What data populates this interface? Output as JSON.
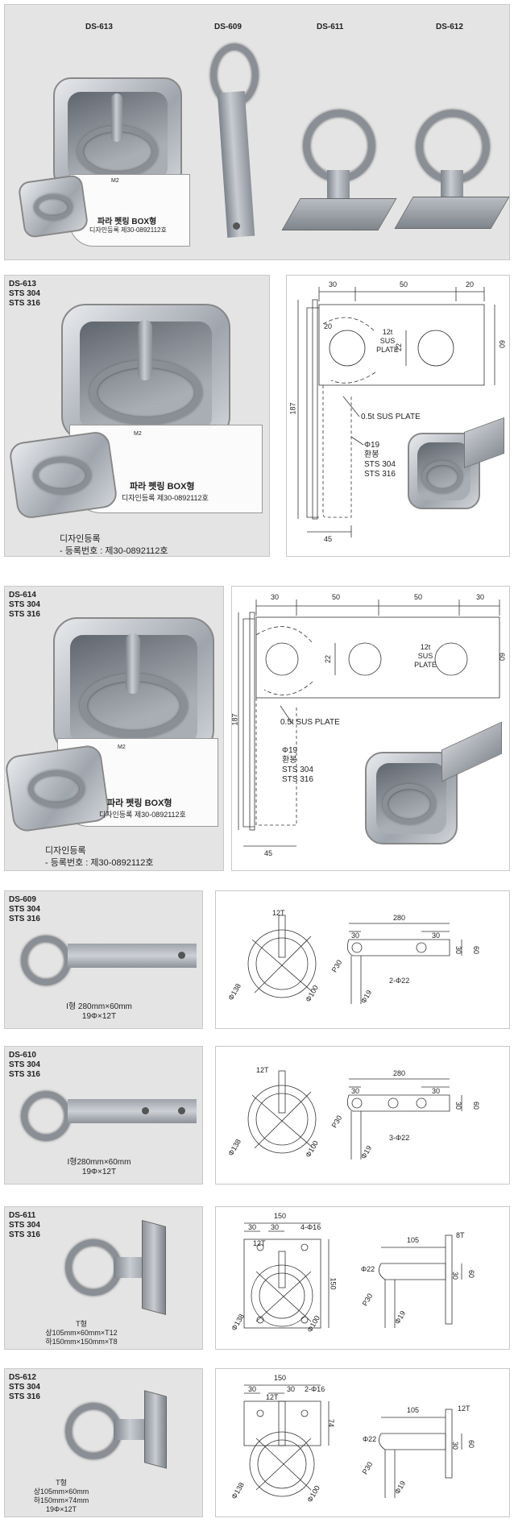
{
  "top": {
    "titles": [
      "DS-613",
      "DS-609",
      "DS-611",
      "DS-612"
    ],
    "box_caption_1": "파라 펫링 BOX형",
    "box_caption_2": "디자인등록 제30-0892112호",
    "marker": "M2"
  },
  "ds613": {
    "code": "DS-613",
    "mat1": "STS 304",
    "mat2": "STS 316",
    "caption_1": "파라 펫링 BOX형",
    "caption_2": "디자인등록 제30-0892112호",
    "reg_title": "디자인등록",
    "reg_no": "- 등록번호 : 제30-0892112호",
    "marker": "M2",
    "drawing": {
      "d30": "30",
      "d50": "50",
      "d20": "20",
      "d60": "60",
      "d22": "22",
      "d20b": "20",
      "d187": "187",
      "d45": "45",
      "plate": "12t",
      "plate2": "SUS",
      "plate3": "PLATE",
      "sus": "0.5t SUS PLATE",
      "rod": "Φ19",
      "rod2": "환봉",
      "rod3": "STS 304",
      "rod4": "STS 316"
    }
  },
  "ds614": {
    "code": "DS-614",
    "mat1": "STS 304",
    "mat2": "STS 316",
    "caption_1": "파라 펫링 BOX형",
    "caption_2": "디자인등록 제30-0892112호",
    "reg_title": "디자인등록",
    "reg_no": "- 등록번호 : 제30-0892112호",
    "marker": "M2",
    "drawing": {
      "d30a": "30",
      "d50a": "50",
      "d50b": "50",
      "d30b": "30",
      "d22": "22",
      "d60": "60",
      "d187": "187",
      "d45": "45",
      "plate": "12t",
      "plate2": "SUS",
      "plate3": "PLATE",
      "sus": "0.5t SUS PLATE",
      "rod": "Φ19",
      "rod2": "환봉",
      "rod3": "STS 304",
      "rod4": "STS 316"
    }
  },
  "ds609": {
    "code": "DS-609",
    "mat1": "STS 304",
    "mat2": "STS 316",
    "spec1": "I형 280mm×60mm",
    "spec2": "19Φ×12T",
    "drawing": {
      "t": "12T",
      "d138": "Φ138",
      "d100": "Φ100",
      "d280": "280",
      "d30a": "30",
      "d30b": "30",
      "d60": "60",
      "d30c": "30",
      "p30": "P30",
      "d19": "Φ19",
      "holes": "2-Φ22"
    }
  },
  "ds610": {
    "code": "DS-610",
    "mat1": "STS 304",
    "mat2": "STS 316",
    "spec1": "I형280mm×60mm",
    "spec2": "19Φ×12T",
    "drawing": {
      "t": "12T",
      "d138": "Φ138",
      "d100": "Φ100",
      "d280": "280",
      "d30a": "30",
      "d30b": "30",
      "d60": "60",
      "d30c": "30",
      "p30": "P30",
      "d19": "Φ19",
      "holes": "3-Φ22"
    }
  },
  "ds611": {
    "code": "DS-611",
    "mat1": "STS 304",
    "mat2": "STS 316",
    "spec0": "T형",
    "spec1": "상105mm×60mm×T12",
    "spec2": "하150mm×150mm×T8",
    "drawing": {
      "d150": "150",
      "d30a": "30",
      "d30b": "30",
      "holes": "4-Φ16",
      "t12": "12T",
      "d150v": "150",
      "d138": "Φ138",
      "d100": "Φ100",
      "d105": "105",
      "t8": "8T",
      "d22": "Φ22",
      "d60": "60",
      "d30c": "30",
      "p30": "P30",
      "d19": "Φ19"
    }
  },
  "ds612": {
    "code": "DS-612",
    "mat1": "STS 304",
    "mat2": "STS 316",
    "spec0": "T형",
    "spec1": "상105mm×60mm",
    "spec2": "하150mm×74mm",
    "spec3": "19Φ×12T",
    "drawing": {
      "d150": "150",
      "d30a": "30",
      "t12": "12T",
      "d30b": "30",
      "holes": "2-Φ16",
      "d74": "74",
      "d138": "Φ138",
      "d100": "Φ100",
      "d105": "105",
      "t12b": "12T",
      "d22": "Φ22",
      "d60": "60",
      "d30c": "30",
      "p30": "P30",
      "d19": "Φ19"
    }
  }
}
